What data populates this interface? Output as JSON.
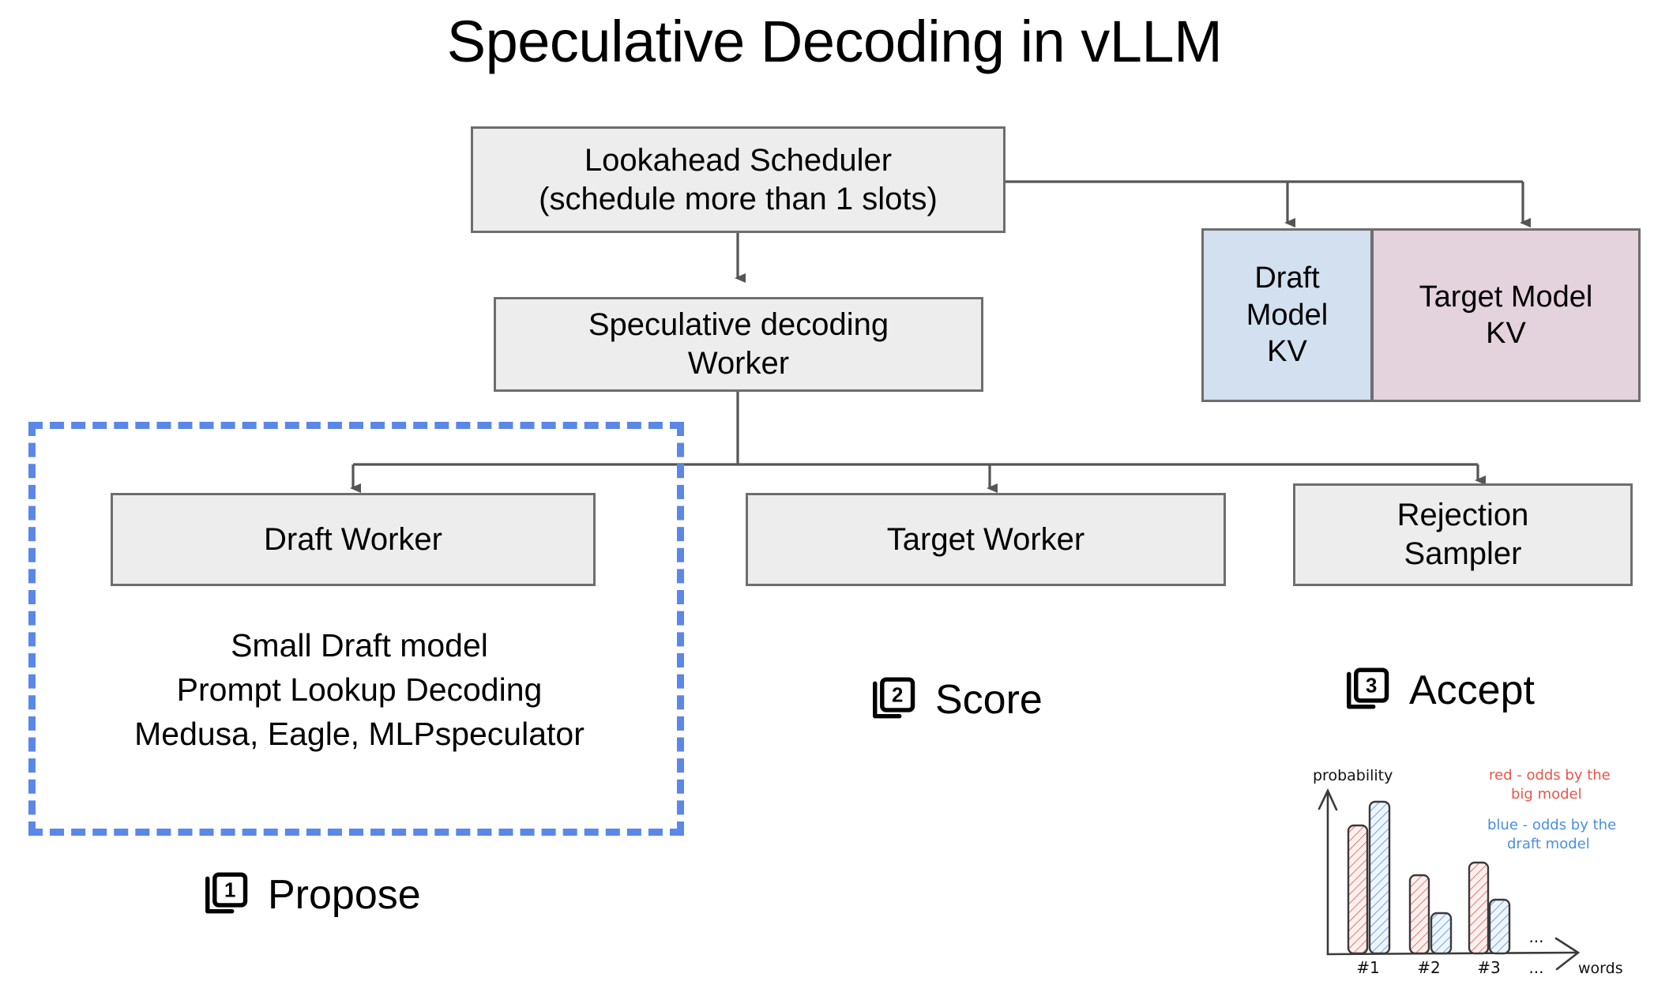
{
  "title": "Speculative Decoding in vLLM",
  "boxes": {
    "scheduler": "Lookahead Scheduler\n(schedule more than 1 slots)",
    "spec_worker": "Speculative decoding\nWorker",
    "draft_worker": "Draft Worker",
    "target_worker": "Target Worker",
    "rejection_sampler": "Rejection\nSampler",
    "draft_kv": "Draft\nModel\nKV",
    "target_kv": "Target Model\nKV"
  },
  "draft_note": "Small Draft model\nPrompt Lookup Decoding\nMedusa, Eagle, MLPspeculator",
  "steps": [
    {
      "number": "1",
      "label": "Propose"
    },
    {
      "number": "2",
      "label": "Score"
    },
    {
      "number": "3",
      "label": "Accept"
    }
  ],
  "colors": {
    "box_fill": "#ededed",
    "box_border": "#6e6e6e",
    "draft_kv_fill": "#d2e0ef",
    "target_kv_fill": "#e4d2dd",
    "dashed_accent": "#5a87e8",
    "chart_red": "#e8564a",
    "chart_blue": "#4a8fe0"
  },
  "chart_data": {
    "type": "bar",
    "title": "",
    "xlabel": "words",
    "ylabel": "probability",
    "categories": [
      "#1",
      "#2",
      "#3",
      "..."
    ],
    "series": [
      {
        "name": "red - odds by the big model",
        "color": "#e8564a",
        "values": [
          0.74,
          0.46,
          0.56,
          null
        ]
      },
      {
        "name": "blue - odds by the draft model",
        "color": "#4a8fe0",
        "values": [
          0.87,
          0.28,
          0.35,
          null
        ]
      }
    ],
    "legend": [
      {
        "text": "red - odds by the\nbig model",
        "color": "#e8564a"
      },
      {
        "text": "blue - odds by the\ndraft model",
        "color": "#4a8fe0"
      }
    ],
    "ellipsis_top": "...",
    "ellipsis_bottom": "...",
    "ylim": [
      0,
      1
    ],
    "grid": false,
    "legend_position": "top-right"
  }
}
